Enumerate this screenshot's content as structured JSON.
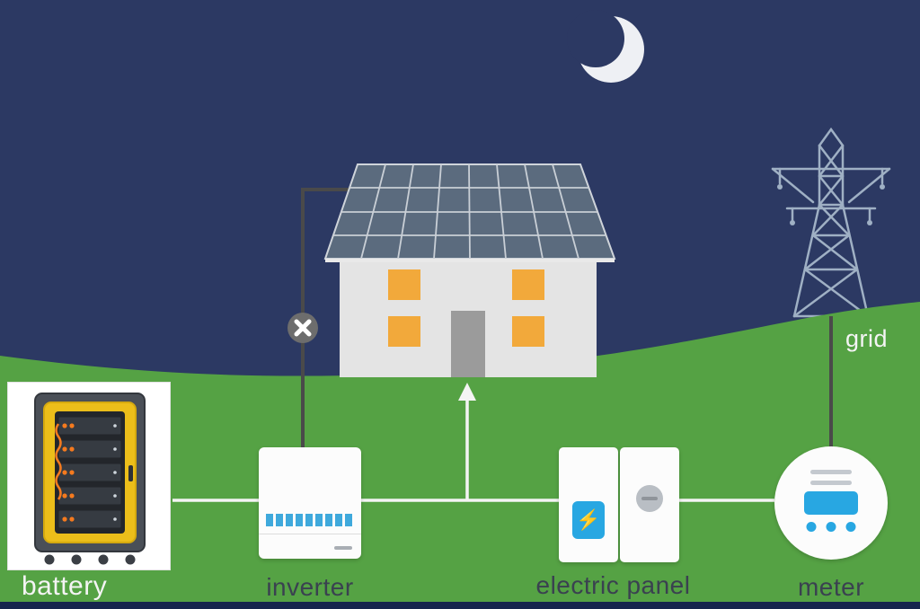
{
  "labels": {
    "battery": "battery",
    "inverter": "inverter",
    "electric_panel": "electric panel",
    "meter": "meter",
    "grid": "grid"
  },
  "icons": {
    "lightning": "⚡",
    "no_flow": "✕",
    "moon": "crescent-moon",
    "tower": "transmission-tower"
  },
  "colors": {
    "sky": "#2c3963",
    "grass": "#55a244",
    "accent_blue": "#28a7e2",
    "window_orange": "#f2a93b",
    "battery_yellow": "#ecbe1a",
    "cable_orange": "#f57a1e",
    "line_dark": "#4a4a4a",
    "line_white": "#f4f4f4"
  }
}
